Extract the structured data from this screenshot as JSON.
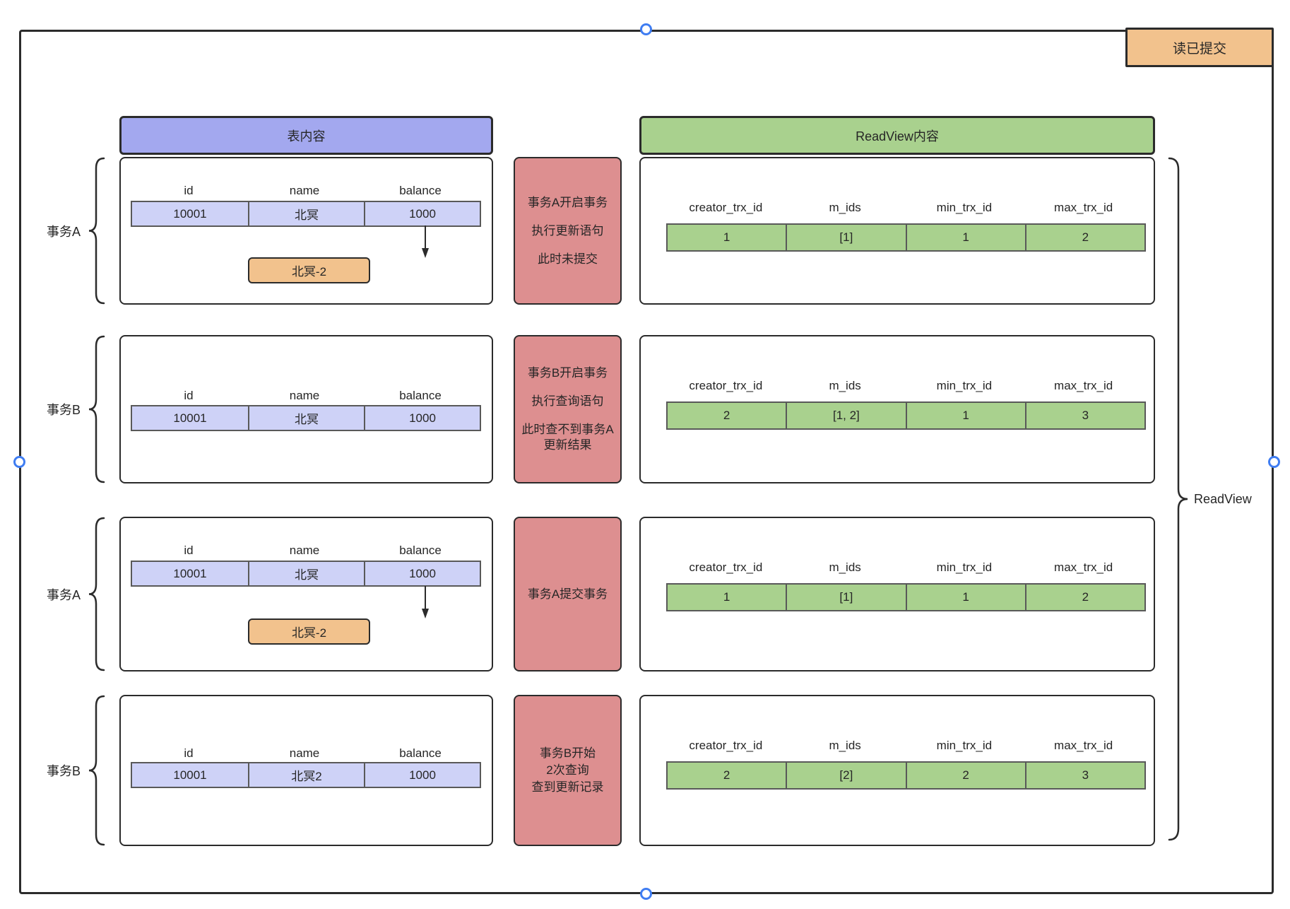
{
  "badge": {
    "label": "读已提交"
  },
  "column_headers": {
    "table": "表内容",
    "readview": "ReadView内容"
  },
  "bracket_label": "ReadView",
  "table_headers": [
    "id",
    "name",
    "balance"
  ],
  "readview_headers": [
    "creator_trx_id",
    "m_ids",
    "min_trx_id",
    "max_trx_id"
  ],
  "rows": [
    {
      "label": "事务A",
      "table": {
        "values": [
          "10001",
          "北冥",
          "1000"
        ]
      },
      "update_value": "北冥-2",
      "note_lines": [
        "事务A开启事务",
        "执行更新语句",
        "此时未提交"
      ],
      "readview": {
        "values": [
          "1",
          "[1]",
          "1",
          "2"
        ]
      }
    },
    {
      "label": "事务B",
      "table": {
        "values": [
          "10001",
          "北冥",
          "1000"
        ]
      },
      "note_lines": [
        "事务B开启事务",
        "执行查询语句",
        "此时查不到事务A\n更新结果"
      ],
      "readview": {
        "values": [
          "2",
          "[1, 2]",
          "1",
          "3"
        ]
      }
    },
    {
      "label": "事务A",
      "table": {
        "values": [
          "10001",
          "北冥",
          "1000"
        ]
      },
      "update_value": "北冥-2",
      "note_lines": [
        "事务A提交事务"
      ],
      "readview": {
        "values": [
          "1",
          "[1]",
          "1",
          "2"
        ]
      }
    },
    {
      "label": "事务B",
      "table": {
        "values": [
          "10001",
          "北冥2",
          "1000"
        ]
      },
      "note_lines": [
        "事务B开始",
        "2次查询",
        "查到更新记录"
      ],
      "readview": {
        "values": [
          "2",
          "[2]",
          "2",
          "3"
        ]
      }
    }
  ],
  "colors": {
    "purple_header": "#a3a8ef",
    "purple_cell": "#ced2f7",
    "green": "#a9d18e",
    "red_note": "#dd8f90",
    "orange": "#f2c28d",
    "stroke": "#2b2b2b",
    "cell_border": "#595959",
    "selection_blue": "#3f7df2"
  }
}
